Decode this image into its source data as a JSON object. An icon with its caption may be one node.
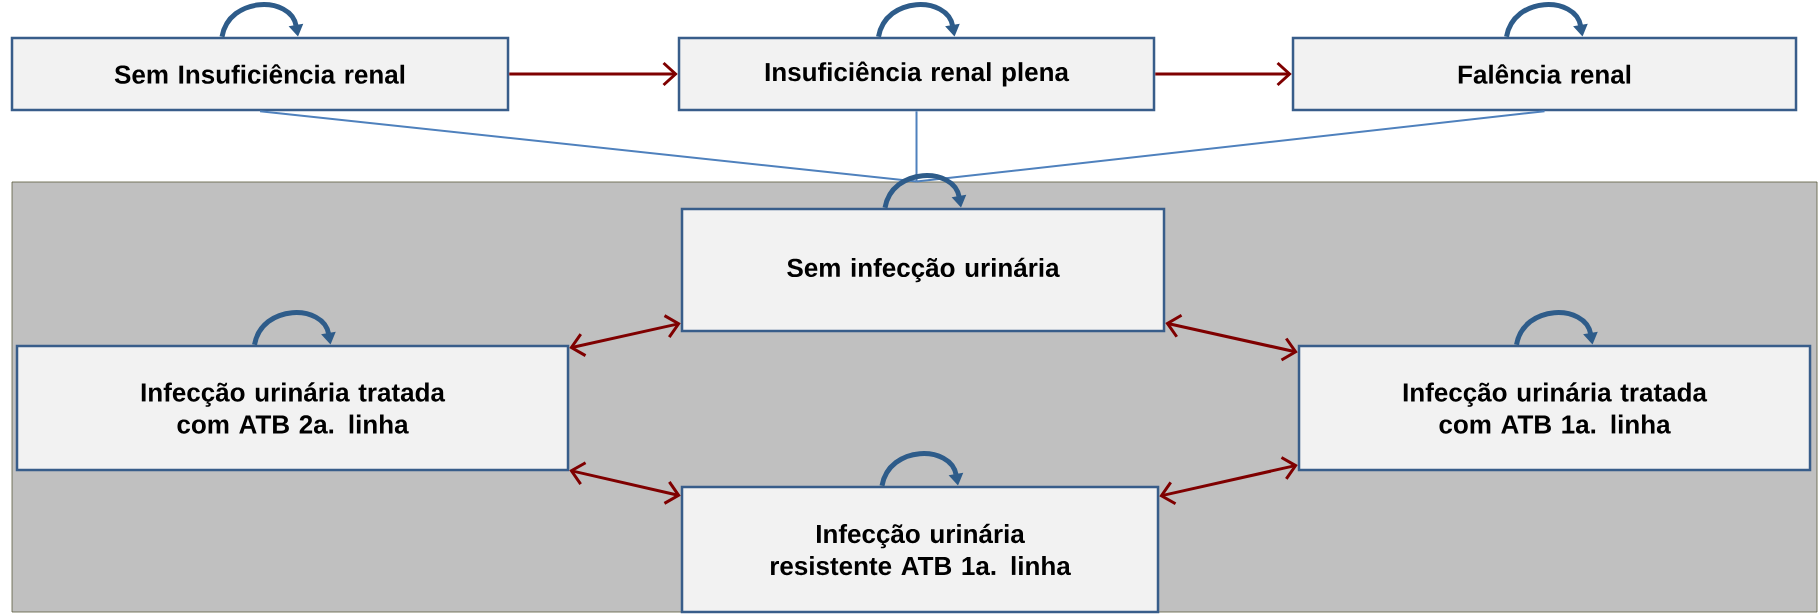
{
  "diagram": {
    "nodes": [
      {
        "text": [
          "Sem Insuficiência renal"
        ]
      },
      {
        "text": [
          "Insuficiência renal plena"
        ]
      },
      {
        "text": [
          "Falência renal"
        ]
      },
      {
        "text": [],
        "shape": "box"
      },
      {
        "text": [
          "Sem infecção urinária"
        ],
        "in": 3
      },
      {
        "text": [
          "Infecção urinária tratada com ATB 2a. linha"
        ],
        "in": 3
      },
      {
        "text": [
          "Infecção urinária tratada com ATB 1a. linha"
        ],
        "in": 3
      },
      {
        "text": [
          "Infecção urinária resistente ATB 1a. linha"
        ],
        "in": 3
      }
    ],
    "edges": [
      {
        "from": 0,
        "to": 1,
        "arrow": "to",
        "color": "#7f0000"
      },
      {
        "from": 1,
        "to": 2,
        "arrow": "to",
        "color": "#7f0000"
      },
      {
        "from": 0,
        "to": 0,
        "arrow": "to"
      },
      {
        "from": 1,
        "to": 1,
        "arrow": "to"
      },
      {
        "from": 2,
        "to": 2,
        "arrow": "to"
      },
      {
        "from": 0,
        "to": 3,
        "arrow": "none",
        "color": "#4f81bd"
      },
      {
        "from": 1,
        "to": 3,
        "arrow": "none",
        "color": "#4f81bd"
      },
      {
        "from": 2,
        "to": 3,
        "arrow": "none",
        "color": "#4f81bd"
      },
      {
        "from": 4,
        "to": 4,
        "arrow": "to"
      },
      {
        "from": 5,
        "to": 5,
        "arrow": "to"
      },
      {
        "from": 6,
        "to": 6,
        "arrow": "to"
      },
      {
        "from": 7,
        "to": 7,
        "arrow": "to"
      },
      {
        "from": 4,
        "to": 5,
        "arrow": "both",
        "color": "#7f0000"
      },
      {
        "from": 4,
        "to": 6,
        "arrow": "both",
        "color": "#7f0000"
      },
      {
        "from": 5,
        "to": 7,
        "arrow": "both",
        "color": "#7f0000"
      },
      {
        "from": 7,
        "to": 6,
        "arrow": "both",
        "color": "#7f0000"
      }
    ]
  }
}
